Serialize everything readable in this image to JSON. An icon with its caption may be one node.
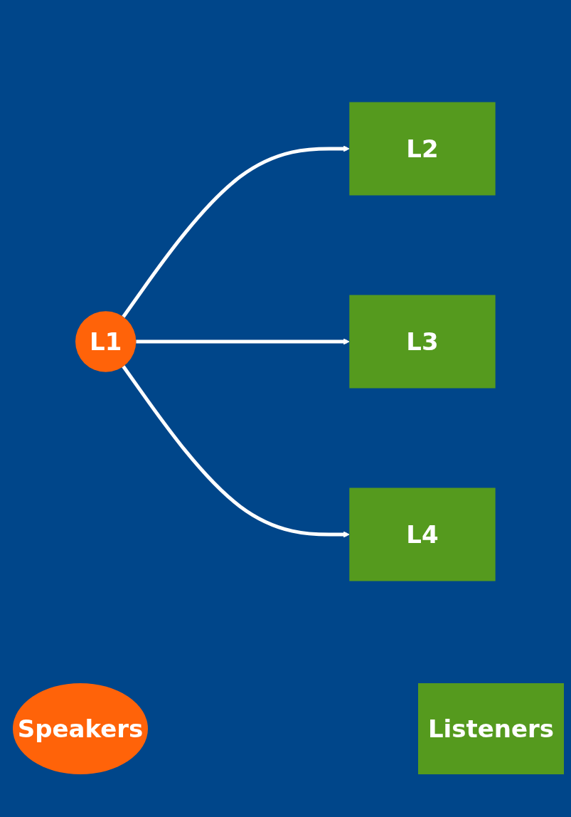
{
  "diagram": {
    "nodes": [
      {
        "text": [
          "L1"
        ]
      },
      {
        "text": [
          "L2"
        ]
      },
      {
        "text": [
          "L3"
        ]
      },
      {
        "text": [
          "L4"
        ]
      }
    ],
    "edges": [
      {
        "from": 0,
        "to": 1,
        "arrow": "to"
      },
      {
        "from": 0,
        "to": 2,
        "arrow": "to"
      },
      {
        "from": 0,
        "to": 3,
        "arrow": "to"
      }
    ],
    "legend": [
      {
        "text": "Speakers",
        "color": "#ff6309"
      },
      {
        "text": "Listeners",
        "color": "#559a1e"
      }
    ]
  }
}
